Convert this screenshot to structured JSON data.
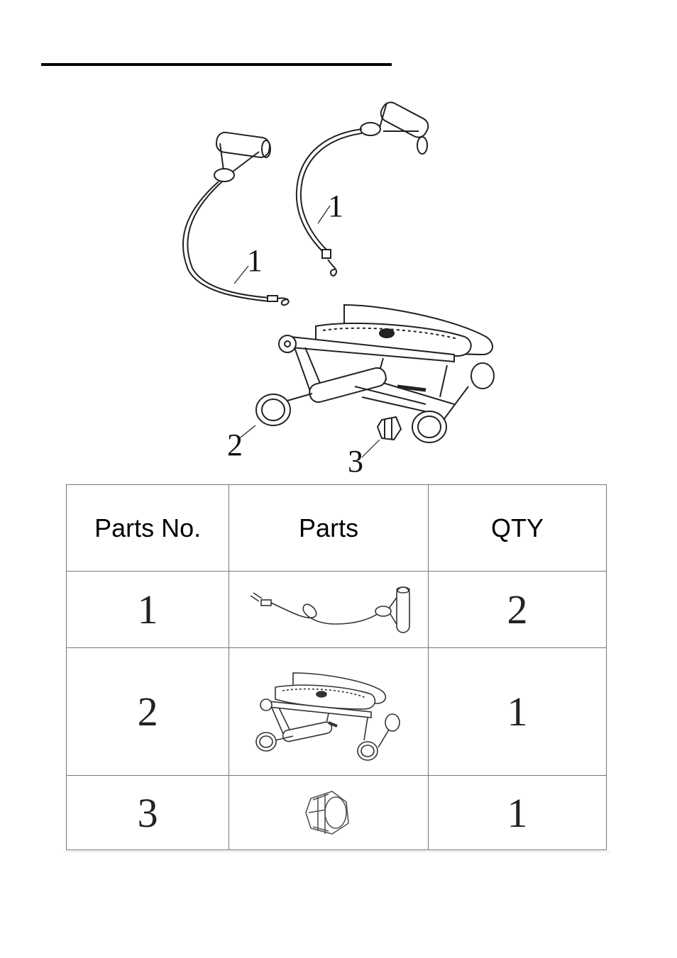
{
  "diagram": {
    "callouts": [
      "1",
      "1",
      "2",
      "3"
    ]
  },
  "table": {
    "headers": {
      "parts_no": "Parts No.",
      "parts": "Parts",
      "qty": "QTY"
    },
    "rows": [
      {
        "no": "1",
        "qty": "2",
        "part_icon": "resistance-band-icon"
      },
      {
        "no": "2",
        "qty": "1",
        "part_icon": "mini-stepper-icon"
      },
      {
        "no": "3",
        "qty": "1",
        "part_icon": "adjustment-knob-icon"
      }
    ]
  }
}
